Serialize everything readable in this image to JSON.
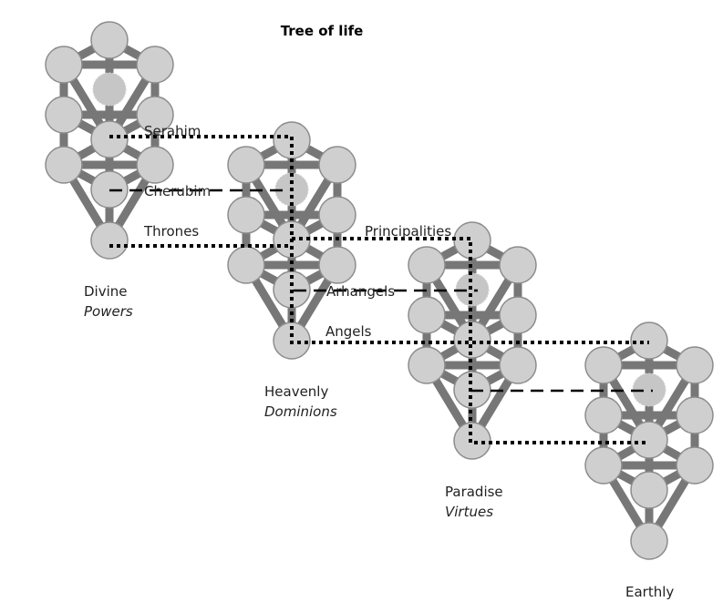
{
  "title": "Tree of life",
  "worlds": [
    {
      "name": "Divine",
      "subtitle": "Powers"
    },
    {
      "name": "Heavenly",
      "subtitle": "Dominions"
    },
    {
      "name": "Paradise",
      "subtitle": "Virtues"
    },
    {
      "name": "Earthly",
      "subtitle": ""
    }
  ],
  "connectors": [
    {
      "label": "Serahim",
      "style": "dotted"
    },
    {
      "label": "Cherubim",
      "style": "dashed"
    },
    {
      "label": "Thrones",
      "style": "dotted"
    },
    {
      "label": "Principalities",
      "style": "dotted"
    },
    {
      "label": "Arhangels",
      "style": "dashed"
    },
    {
      "label": "Angels",
      "style": "dotted"
    }
  ],
  "colors": {
    "sphere": "#cfcfcf",
    "path": "#777777",
    "connector": "#000000"
  }
}
